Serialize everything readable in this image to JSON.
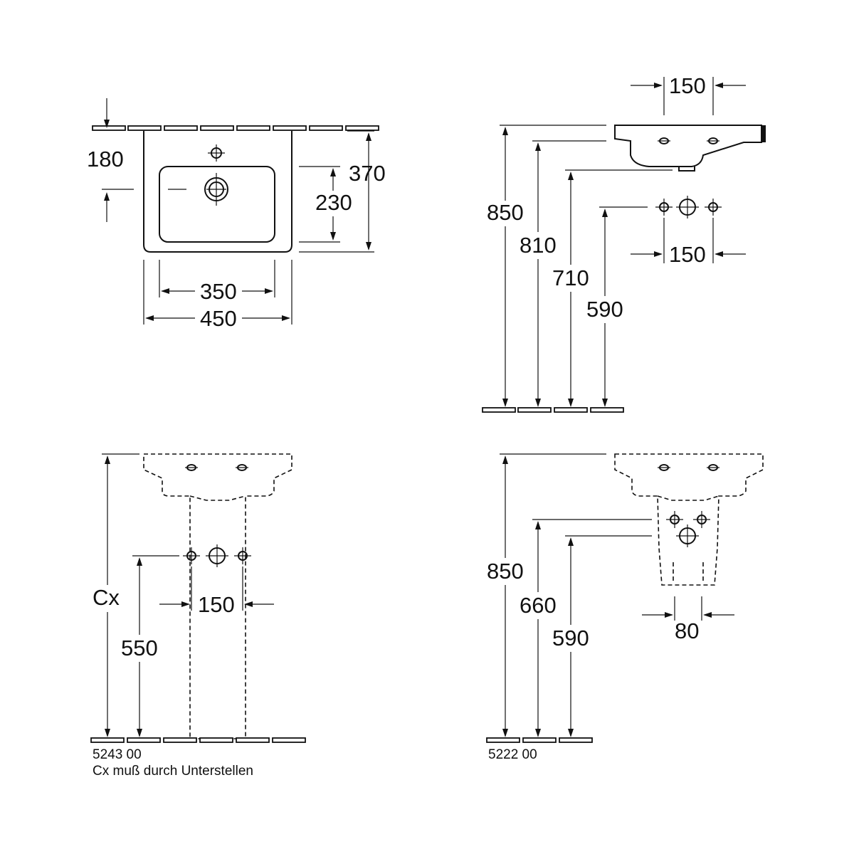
{
  "top_view": {
    "dims": {
      "d180": "180",
      "d370": "370",
      "d230": "230",
      "d350": "350",
      "d450": "450"
    }
  },
  "side_view": {
    "dims": {
      "d150_top": "150",
      "d850": "850",
      "d810": "810",
      "d710": "710",
      "d590": "590",
      "d150_bottom": "150"
    }
  },
  "pedestal_view": {
    "dims": {
      "dCx": "Cx",
      "d550": "550",
      "d150": "150"
    },
    "article": "5243 00",
    "note": "Cx muß durch Unterstellen"
  },
  "semi_pedestal_view": {
    "dims": {
      "d850": "850",
      "d660": "660",
      "d590": "590",
      "d80": "80"
    },
    "article": "5222 00"
  }
}
